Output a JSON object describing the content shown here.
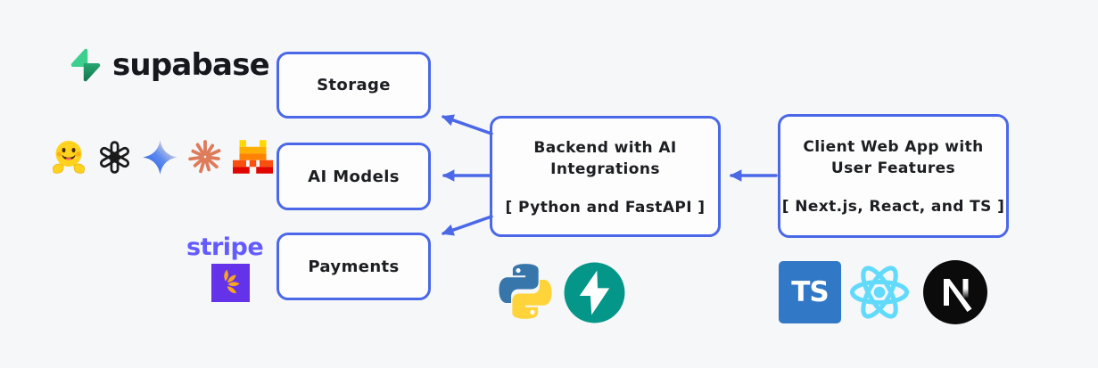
{
  "diagram": {
    "accent_blue": "#4a68e8",
    "background": "#f6f7f9",
    "boxes": {
      "storage": {
        "label": "Storage"
      },
      "ai_models": {
        "label": "AI Models"
      },
      "payments": {
        "label": "Payments"
      },
      "backend": {
        "line1": "Backend with AI",
        "line2": "Integrations",
        "stack": "[ Python and FastAPI ]"
      },
      "client": {
        "line1": "Client Web App with",
        "line2": "User Features",
        "stack": "[ Next.js, React, and TS ]"
      }
    },
    "logos": {
      "supabase": {
        "text": "supabase",
        "green": "#3ecf8e"
      },
      "stripe": {
        "text": "stripe",
        "purple": "#635bff",
        "tile": "#6432e8",
        "petal": "#f9a61c"
      },
      "ai_providers": [
        {
          "icon": "huggingface-icon",
          "color": "#ffd21e"
        },
        {
          "icon": "openai-icon",
          "color": "#1b1b1b"
        },
        {
          "icon": "gemini-icon",
          "color": "#2a62e0"
        },
        {
          "icon": "anthropic-icon",
          "color": "#dd7b5a"
        },
        {
          "icon": "mistral-icon",
          "color": "#ff8205"
        }
      ],
      "python": {
        "blue": "#3776ab",
        "yellow": "#ffd43b"
      },
      "fastapi": {
        "teal": "#049688"
      },
      "typescript": {
        "text": "TS",
        "blue": "#3178c6"
      },
      "react": {
        "blue": "#61dafb"
      },
      "nextjs": {
        "text": "N",
        "black": "#0b0b0b"
      }
    }
  }
}
